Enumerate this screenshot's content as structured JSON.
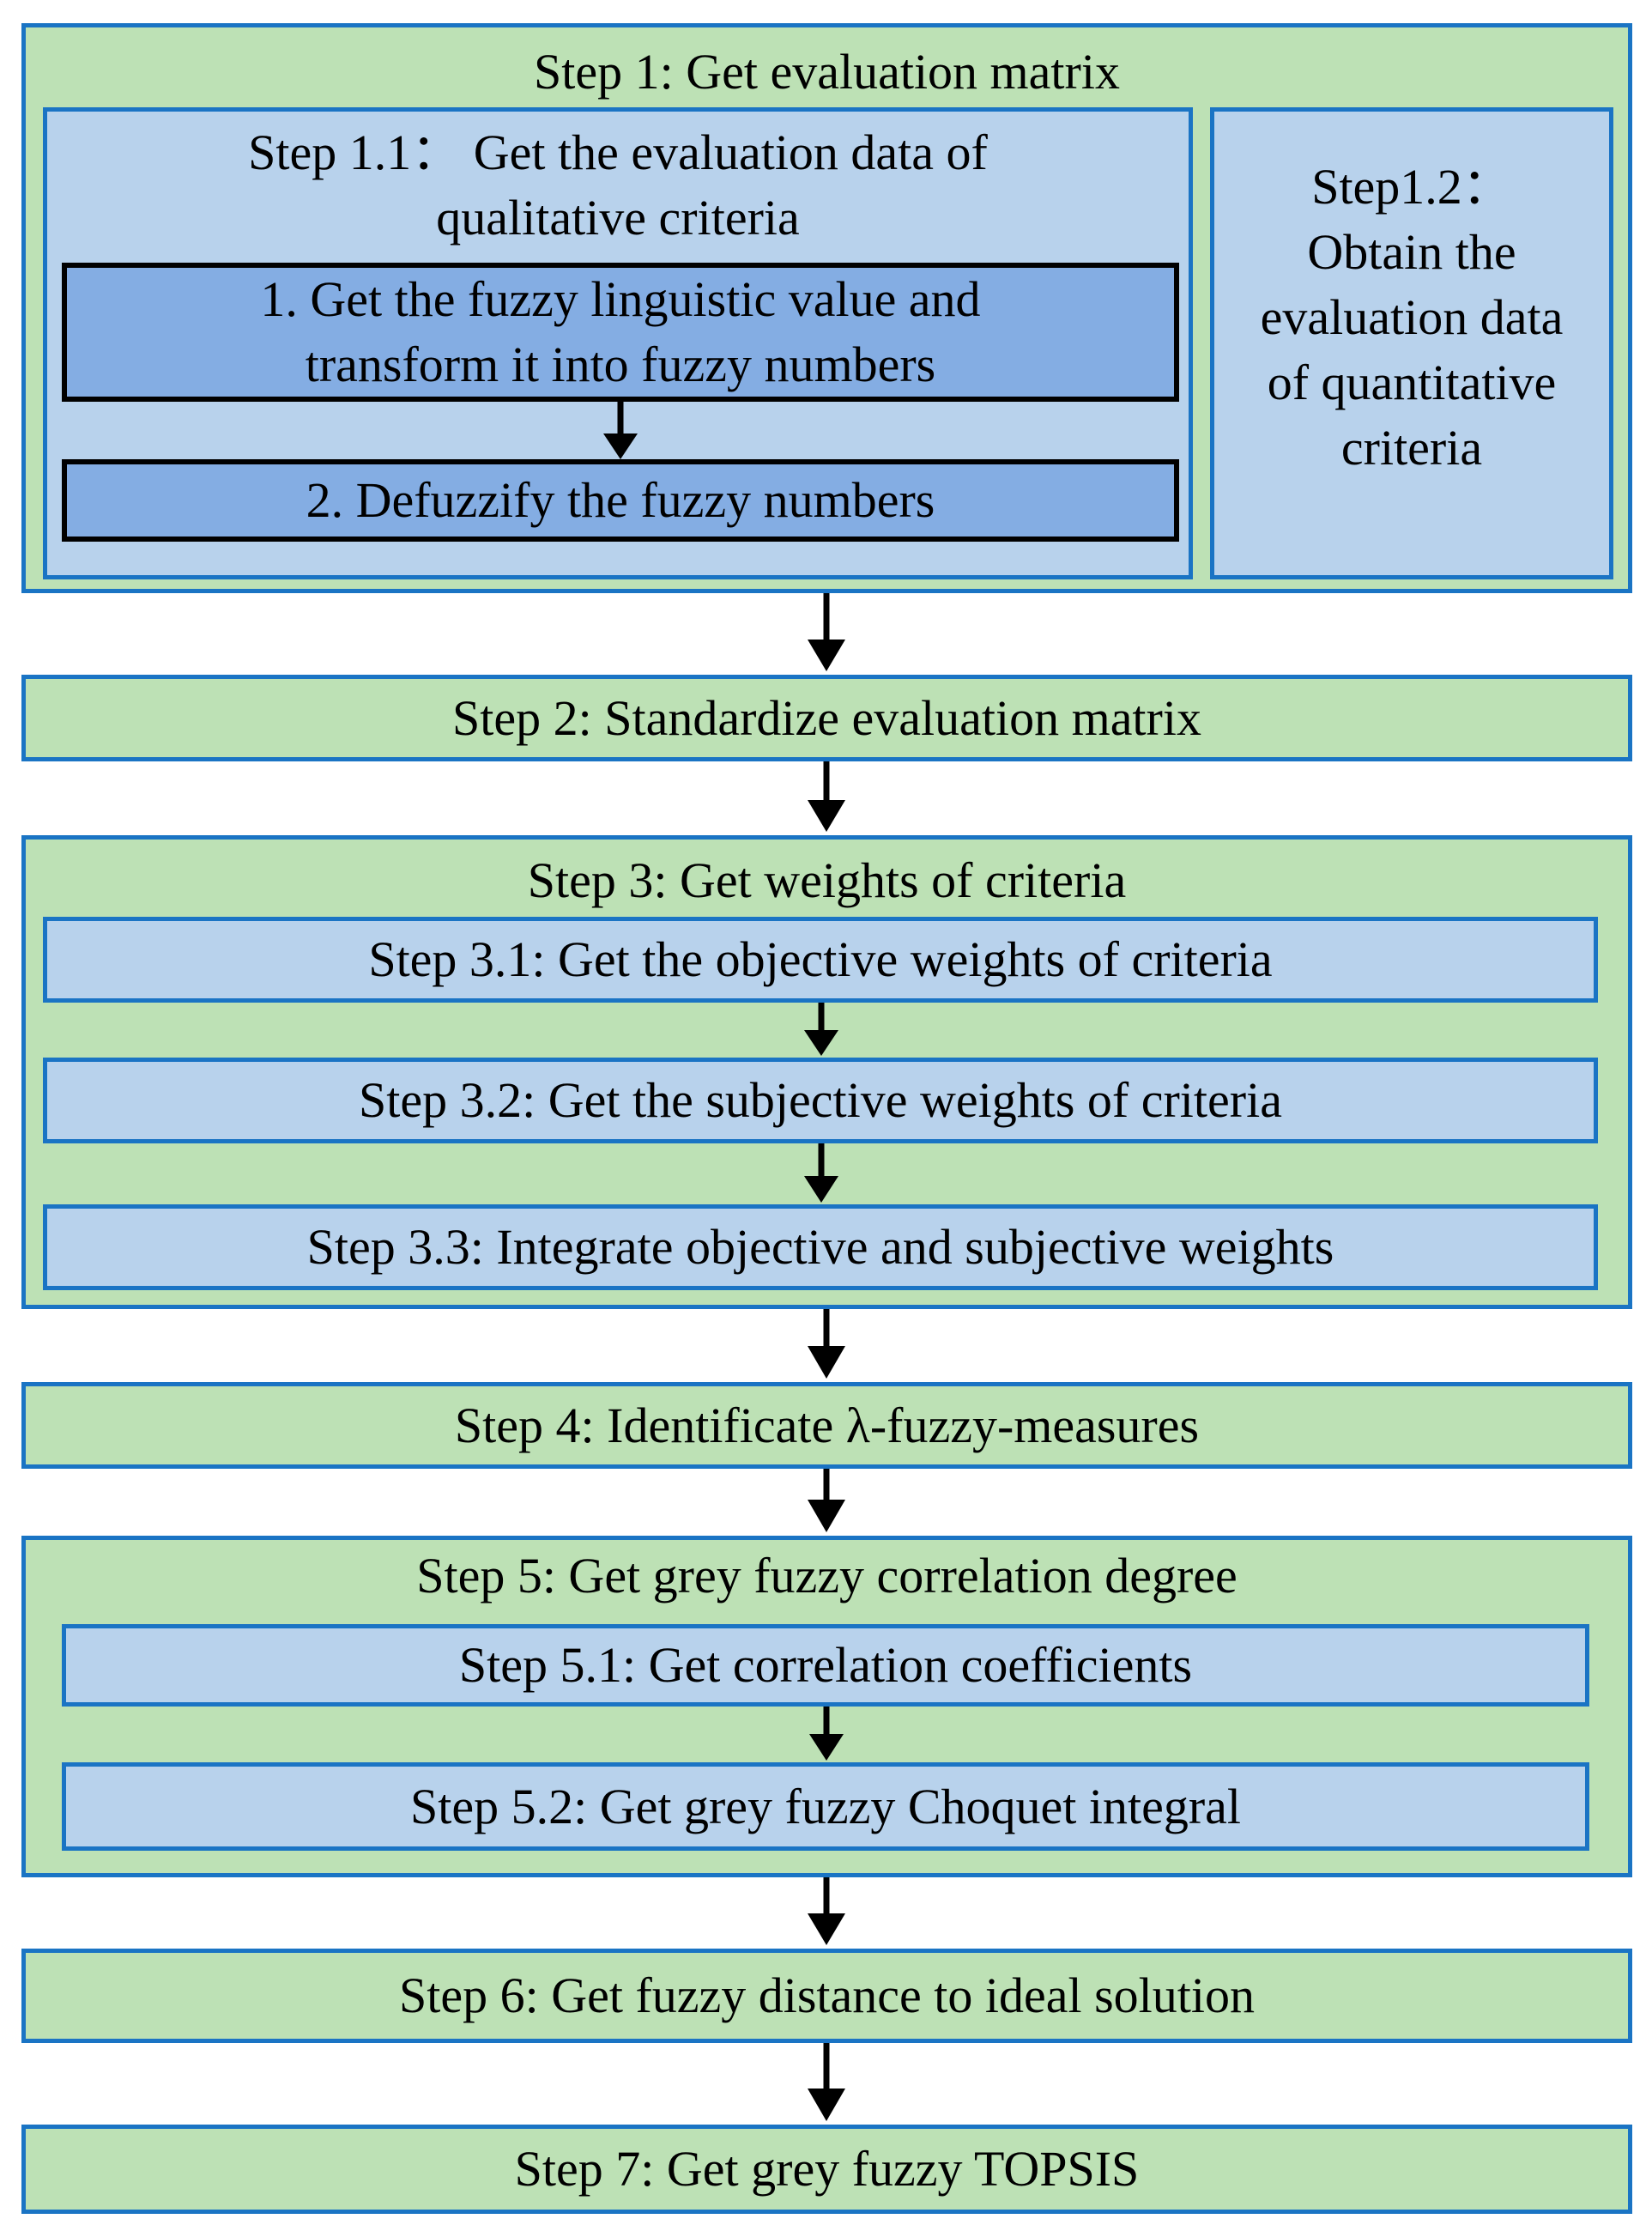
{
  "steps": {
    "step1": {
      "title": "Step 1: Get evaluation matrix",
      "step1_1": {
        "title": "Step 1.1： Get the evaluation data of\nqualitative criteria",
        "sub1": "1. Get the fuzzy linguistic value and\ntransform it into fuzzy numbers",
        "sub2": "2. Defuzzify the fuzzy numbers"
      },
      "step1_2": {
        "title": "Step1.2：\nObtain the\nevaluation data\nof quantitative\ncriteria"
      }
    },
    "step2": {
      "title": "Step 2: Standardize evaluation matrix"
    },
    "step3": {
      "title": "Step 3: Get weights of criteria",
      "step3_1": "Step 3.1: Get the objective weights of criteria",
      "step3_2": "Step 3.2: Get the subjective weights of criteria",
      "step3_3": "Step 3.3: Integrate objective and subjective weights"
    },
    "step4": {
      "title": "Step 4: Identificate λ-fuzzy-measures"
    },
    "step5": {
      "title": "Step 5: Get grey fuzzy correlation degree",
      "step5_1": "Step 5.1: Get correlation coefficients",
      "step5_2": "Step 5.2: Get grey fuzzy Choquet integral"
    },
    "step6": {
      "title": "Step 6: Get fuzzy distance to ideal solution"
    },
    "step7": {
      "title": "Step 7: Get grey fuzzy TOPSIS"
    }
  },
  "colors": {
    "green_fill": "#bde1b5",
    "blue_fill": "#b8d2ec",
    "dark_blue_fill": "#84ade3",
    "border_blue": "#1a74c4",
    "arrow": "#000000"
  }
}
